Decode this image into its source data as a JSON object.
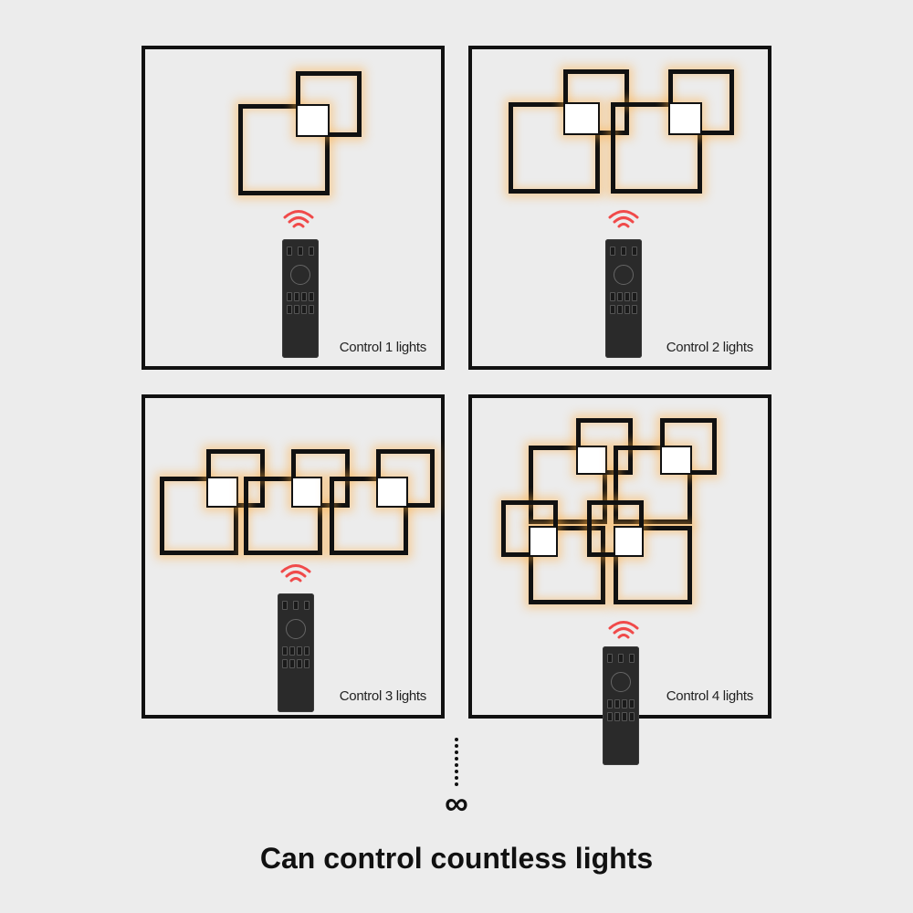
{
  "panels": [
    {
      "label": "Control 1 lights"
    },
    {
      "label": "Control 2 lights"
    },
    {
      "label": "Control 3 lights"
    },
    {
      "label": "Control 4 lights"
    }
  ],
  "symbol": "∞",
  "caption": "Can control countless lights",
  "icons": [
    "wireless-signal-icon",
    "remote-control-icon",
    "square-lamp-icon"
  ],
  "colors": {
    "background": "#ececec",
    "outline": "#111111",
    "glow": "#ffaa3c",
    "signal": "#f04a4a"
  }
}
